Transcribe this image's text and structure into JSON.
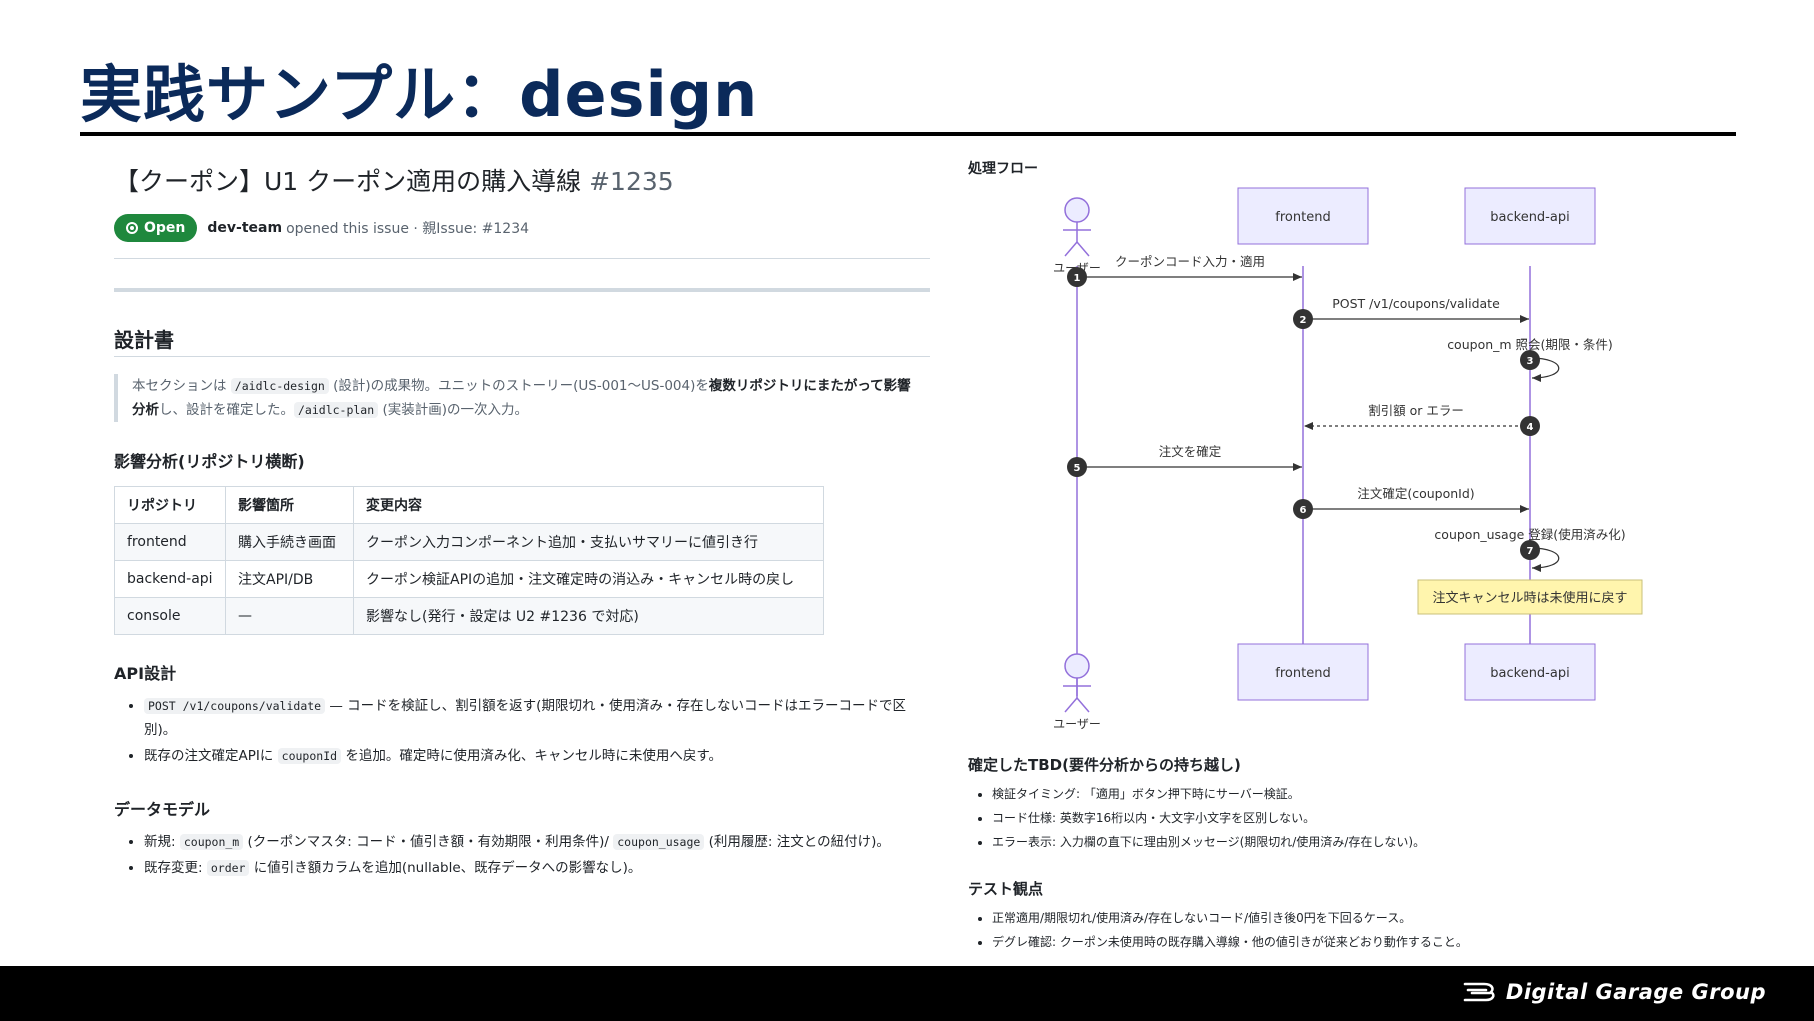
{
  "slide": {
    "title": "実践サンプル：design",
    "brand": "Digital Garage Group"
  },
  "issue": {
    "title": "【クーポン】U1 クーポン適用の購入導線",
    "number": "#1235",
    "status": "Open",
    "author": "dev-team",
    "opened_text": "opened this issue · 親Issue: #1234",
    "design_heading": "設計書",
    "quote": {
      "p1": "本セクションは ",
      "code1": "/aidlc-design",
      "p2": " (設計)の成果物。ユニットのストーリー(US-001〜US-004)を",
      "bold": "複数リポジトリにまたがって影響分析",
      "p3": "し、設計を確定した。",
      "code2": "/aidlc-plan",
      "p4": " (実装計画)の一次入力。"
    },
    "impact_heading": "影響分析(リポジトリ横断)",
    "impact_table": {
      "headers": [
        "リポジトリ",
        "影響箇所",
        "変更内容"
      ],
      "rows": [
        [
          "frontend",
          "購入手続き画面",
          "クーポン入力コンポーネント追加・支払いサマリーに値引き行"
        ],
        [
          "backend-api",
          "注文API/DB",
          "クーポン検証APIの追加・注文確定時の消込み・キャンセル時の戻し"
        ],
        [
          "console",
          "—",
          "影響なし(発行・設定は U2 #1236 で対応)"
        ]
      ]
    },
    "api_heading": "API設計",
    "api_items": [
      {
        "code": "POST /v1/coupons/validate",
        "text": " — コードを検証し、割引額を返す(期限切れ・使用済み・存在しないコードはエラーコードで区別)。"
      },
      {
        "pre": "既存の注文確定APIに ",
        "code": "couponId",
        "text": " を追加。確定時に使用済み化、キャンセル時に未使用へ戻す。"
      }
    ],
    "model_heading": "データモデル",
    "model_items": [
      {
        "pre": "新規: ",
        "code": "coupon_m",
        "mid": " (クーポンマスタ: コード・値引き額・有効期限・利用条件)/ ",
        "code2": "coupon_usage",
        "text": " (利用履歴: 注文との紐付け)。"
      },
      {
        "pre": "既存変更: ",
        "code": "order",
        "text": " に値引き額カラムを追加(nullable、既存データへの影響なし)。"
      }
    ]
  },
  "flow": {
    "label": "処理フロー",
    "actor": "ユーザー",
    "participants": [
      "frontend",
      "backend-api"
    ],
    "messages": [
      {
        "n": "1",
        "text": "クーポンコード入力・適用"
      },
      {
        "n": "2",
        "text": "POST /v1/coupons/validate"
      },
      {
        "n": "3",
        "text": "coupon_m 照会(期限・条件)"
      },
      {
        "n": "4",
        "text": "割引額 or エラー"
      },
      {
        "n": "5",
        "text": "注文を確定"
      },
      {
        "n": "6",
        "text": "注文確定(couponId)"
      },
      {
        "n": "7",
        "text": "coupon_usage 登録(使用済み化)"
      }
    ],
    "note": "注文キャンセル時は未使用に戻す"
  },
  "tbd": {
    "heading": "確定したTBD(要件分析からの持ち越し)",
    "items": [
      "検証タイミング: 「適用」ボタン押下時にサーバー検証。",
      "コード仕様: 英数字16桁以内・大文字小文字を区別しない。",
      "エラー表示: 入力欄の直下に理由別メッセージ(期限切れ/使用済み/存在しない)。"
    ]
  },
  "test": {
    "heading": "テスト観点",
    "items": [
      "正常適用/期限切れ/使用済み/存在しないコード/値引き後0円を下回るケース。",
      "デグレ確認: クーポン未使用時の既存購入導線・他の値引きが従来どおり動作すること。"
    ]
  },
  "colors": {
    "title": "#0b2a5a",
    "open_badge": "#1f883d",
    "participant_fill": "#ececff",
    "participant_stroke": "#9370db",
    "note_fill": "#fff5ad"
  }
}
